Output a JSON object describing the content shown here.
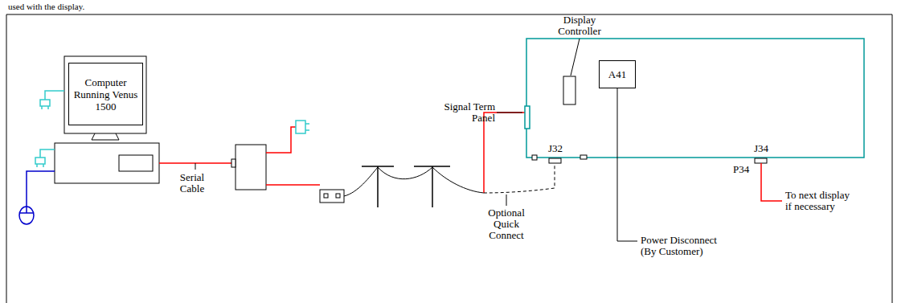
{
  "diagram": {
    "nodes": [
      {
        "text": [
          "Computer Running Venus 1500"
        ]
      },
      {
        "text": [
          "A41"
        ]
      }
    ],
    "labels": [
      "used with the display.",
      "Serial Cable",
      "Display Controller",
      "Signal Term Panel",
      "J32",
      "Optional Quick Connect",
      "Power Disconnect (By Customer)",
      "J34",
      "P34",
      "To next display if necessary"
    ]
  }
}
